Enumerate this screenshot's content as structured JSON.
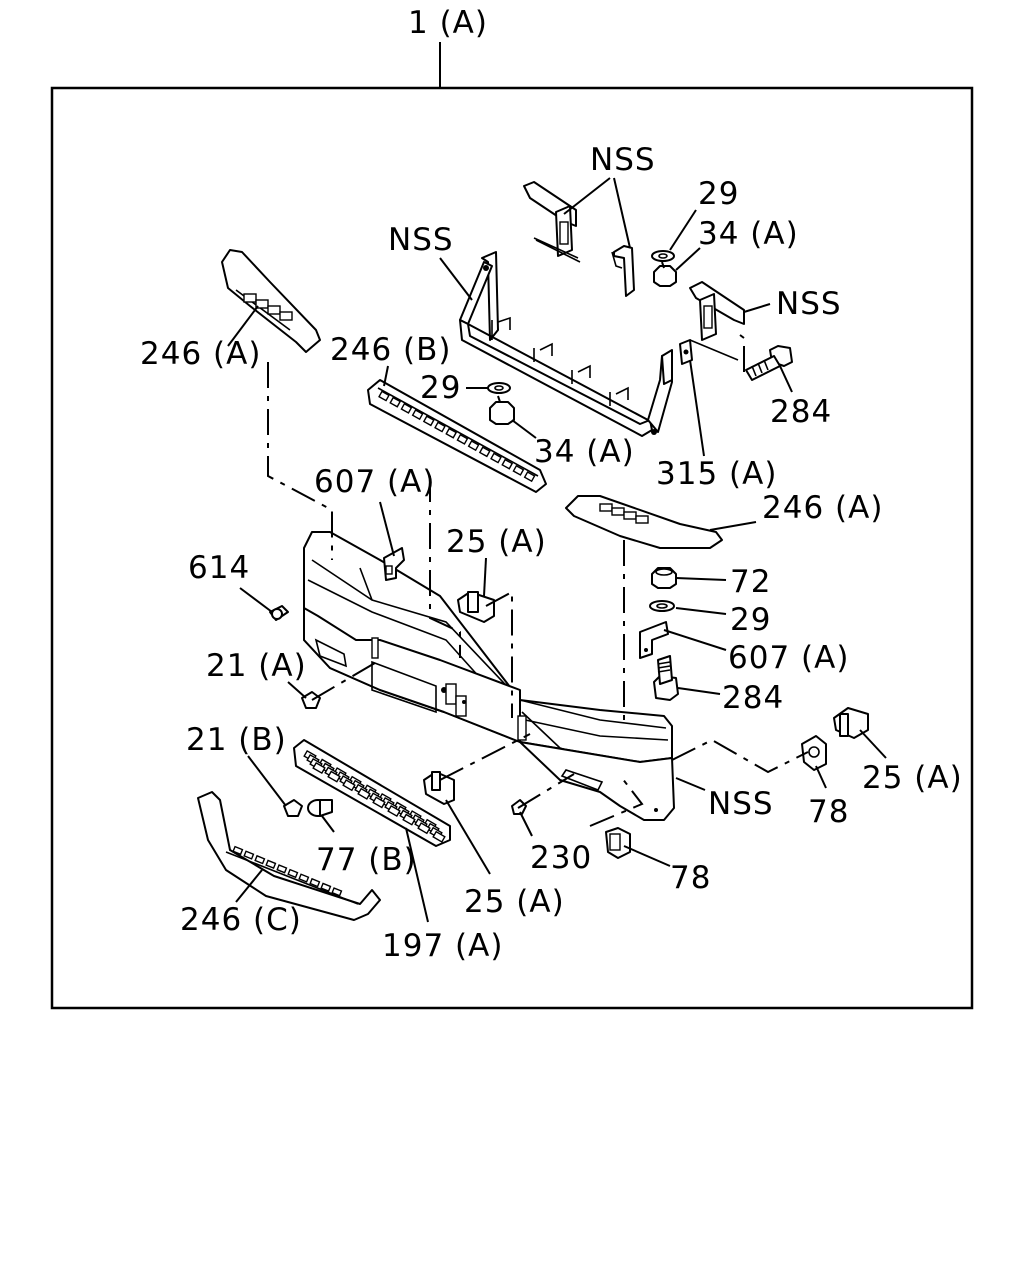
{
  "diagram": {
    "assembly_label": "1 (A)",
    "labels": {
      "nss_top": "NSS",
      "nss_left": "NSS",
      "nss_right": "NSS",
      "nss_bottom": "NSS",
      "p29_top": "29",
      "p34a_top": "34 (A)",
      "p246a_left": "246 (A)",
      "p246b": "246 (B)",
      "p29_mid": "29",
      "p34a_mid": "34 (A)",
      "p284_top": "284",
      "p315a": "315 (A)",
      "p607a_left": "607 (A)",
      "p246a_right": "246 (A)",
      "p614": "614",
      "p25a_center": "25 (A)",
      "p72": "72",
      "p29_right": "29",
      "p607a_right": "607 (A)",
      "p21a": "21 (A)",
      "p284_bottom": "284",
      "p21b": "21 (B)",
      "p77b": "77 (B)",
      "p25a_far_right": "25 (A)",
      "p78_right": "78",
      "p230": "230",
      "p25a_bottom": "25 (A)",
      "p78_bottom": "78",
      "p246c": "246 (C)",
      "p197a": "197 (A)"
    }
  }
}
